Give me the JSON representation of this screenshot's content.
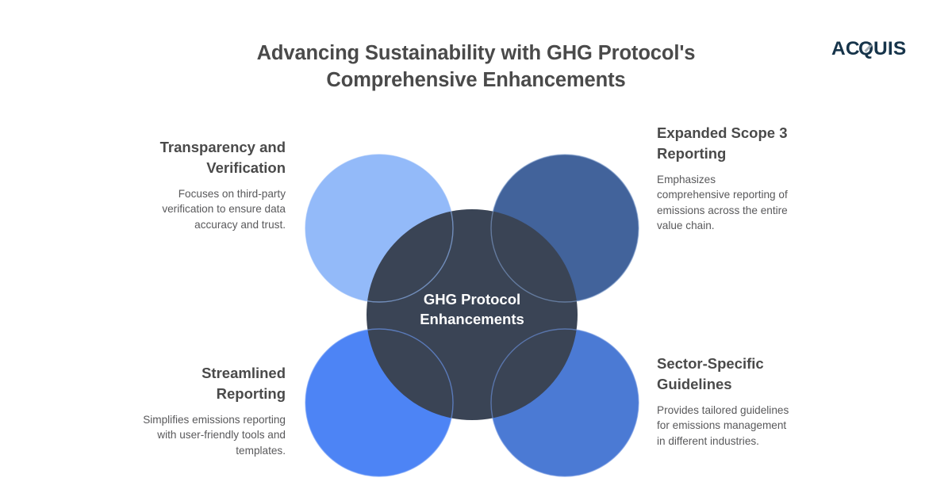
{
  "title": "Advancing Sustainability with GHG Protocol's Comprehensive Enhancements",
  "logo": {
    "name": "acquis-logo",
    "text": "ACQUIS",
    "part_before": "AC",
    "part_q": "Q",
    "part_after": "UIS",
    "color": "#16344a",
    "accent_color": "#9aa5ad"
  },
  "center": {
    "label_line_1": "GHG Protocol",
    "label_line_2": "Enhancements",
    "label": "GHG Protocol Enhancements",
    "color": "#3a4455",
    "text_color": "#ffffff"
  },
  "title_color": "#4a4a4a",
  "background_color": "#ffffff",
  "petals": [
    {
      "id": "transparency",
      "title": "Transparency and Verification",
      "body": "Focuses on third-party verification to ensure data accuracy and trust.",
      "color": "#93baf9",
      "position": "top-left",
      "align": "right"
    },
    {
      "id": "expanded-scope",
      "title": "Expanded Scope 3 Reporting",
      "body": "Emphasizes comprehensive reporting of emissions across the entire value chain.",
      "color": "#42639b",
      "position": "top-right",
      "align": "left"
    },
    {
      "id": "streamlined",
      "title": "Streamlined Reporting",
      "body": "Simplifies emissions reporting with user-friendly tools and templates.",
      "color": "#4d84f5",
      "position": "bottom-left",
      "align": "right"
    },
    {
      "id": "sector-specific",
      "title": "Sector-Specific Guidelines",
      "body": "Provides tailored guidelines for emissions management in different industries.",
      "color": "#4b7ad4",
      "position": "bottom-right",
      "align": "left"
    }
  ]
}
